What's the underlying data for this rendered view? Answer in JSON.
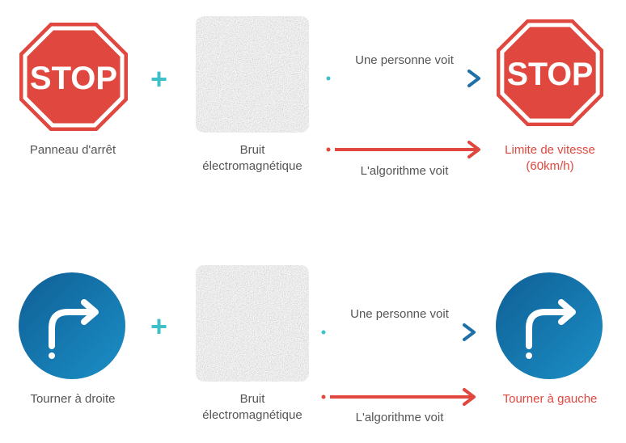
{
  "sign_text": "STOP",
  "rows": [
    {
      "source_label": "Panneau d'arrêt",
      "noise_label_line1": "Bruit",
      "noise_label_line2": "électromagnétique",
      "person_label": "Une personne voit",
      "algo_label": "L'algorithme voit",
      "result_label_line1": "Limite de vitesse",
      "result_label_line2": "(60km/h)"
    },
    {
      "source_label": "Tourner à droite",
      "noise_label_line1": "Bruit",
      "noise_label_line2": "électromagnétique",
      "person_label": "Une personne voit",
      "algo_label": "L'algorithme voit",
      "result_label_line1": "Tourner à gauche"
    }
  ],
  "colors": {
    "stop_red": "#e0473f",
    "teal": "#3fc0c8",
    "blue_arrow": "#1f6fa8",
    "circle_blue": "#1a7fb8",
    "text_gray": "#555555",
    "result_red": "#e0473f"
  }
}
